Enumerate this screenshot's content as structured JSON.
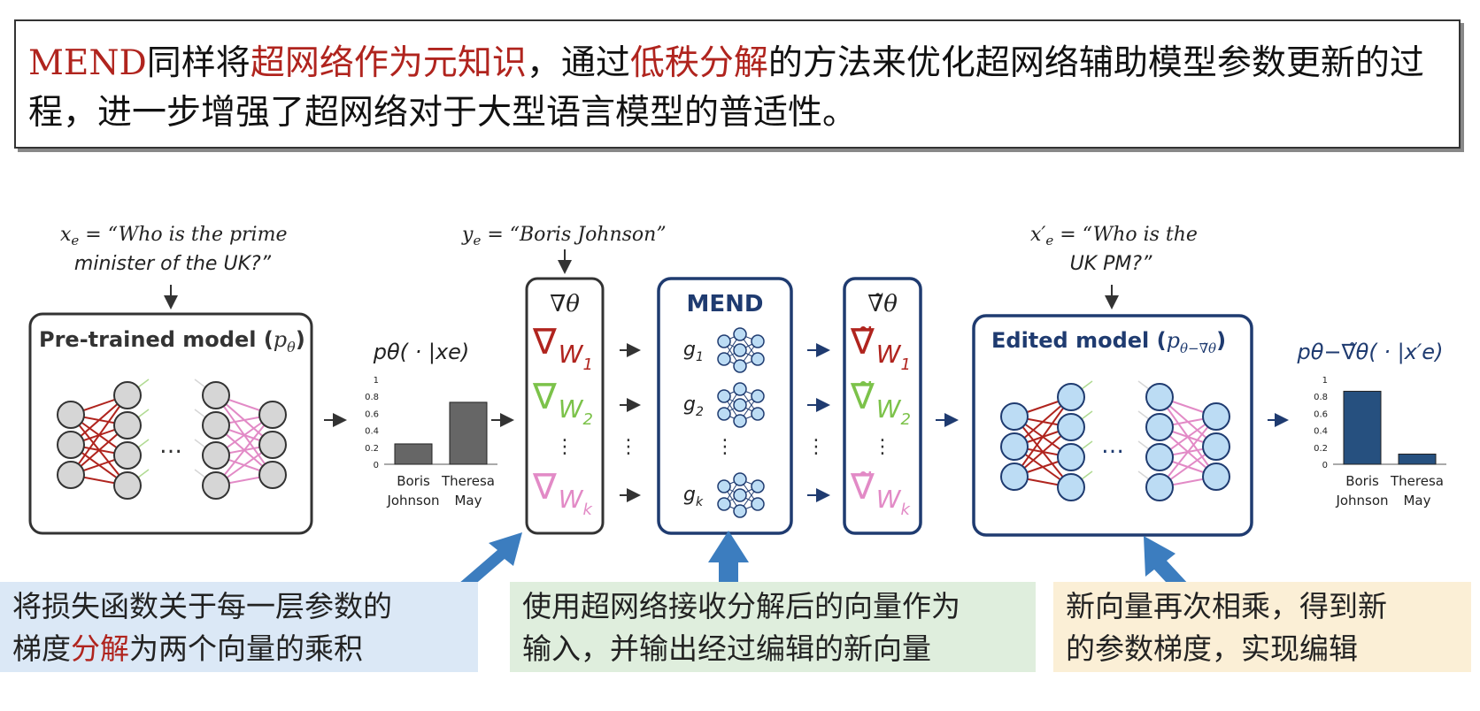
{
  "headline": {
    "seg1": "MEND",
    "seg2": "同样将",
    "seg3": "超网络作为元知识",
    "seg4": "，通过",
    "seg5": "低秩分解",
    "seg6": "的方法来优化超网络辅助模型参数更新的过程，进一步增强了超网络对于大型语言模型的普适性。"
  },
  "inputs": {
    "xe_label": "x",
    "xe_sub": "e",
    "xe_text_line1": " = “Who is the prime",
    "xe_text_line2": "minister of the UK?”",
    "ye_label": "y",
    "ye_sub": "e",
    "ye_text": " = “Boris Johnson”",
    "xe2_label": "x′",
    "xe2_sub": "e",
    "xe2_text_line1": " = “Who is the",
    "xe2_text_line2": "UK PM?”"
  },
  "pretrained": {
    "title": "Pre-trained model (",
    "title_math": "p",
    "title_sub": "θ",
    "title_close": ")",
    "ellipsis": "…"
  },
  "edited": {
    "title": "Edited model (",
    "title_math": "p",
    "title_sub": "θ−∇̃θ",
    "title_close": ")",
    "ellipsis": "…"
  },
  "grad_box": {
    "header": "∇θ",
    "rows": [
      {
        "nabla": "∇",
        "w": "W",
        "sub": "1"
      },
      {
        "nabla": "∇",
        "w": "W",
        "sub": "2"
      },
      {
        "nabla": "∇",
        "w": "W",
        "sub": "k"
      }
    ],
    "dots": "⋮"
  },
  "mend_box": {
    "title": "MEND",
    "rows": [
      {
        "g": "g",
        "sub": "1"
      },
      {
        "g": "g",
        "sub": "2"
      },
      {
        "g": "g",
        "sub": "k"
      }
    ],
    "dots": "⋮"
  },
  "tilde_box": {
    "header": "∇̃θ",
    "rows": [
      {
        "nabla": "∇̃",
        "w": "W",
        "sub": "1"
      },
      {
        "nabla": "∇̃",
        "w": "W",
        "sub": "2"
      },
      {
        "nabla": "∇̃",
        "w": "W",
        "sub": "k"
      }
    ],
    "dots": "⋮"
  },
  "chart_data": [
    {
      "type": "bar",
      "title": "pθ( · |xe)",
      "categories": [
        "Boris Johnson",
        "Theresa May"
      ],
      "category_lines": [
        [
          "Boris",
          "Johnson"
        ],
        [
          "Theresa",
          "May"
        ]
      ],
      "values": [
        0.24,
        0.73
      ],
      "ylim": [
        0,
        1
      ],
      "yticks": [
        "0",
        "0.2",
        "0.4",
        "0.6",
        "0.8",
        "1"
      ],
      "color": "#666666"
    },
    {
      "type": "bar",
      "title": "pθ−∇̃θ( · |x′e)",
      "categories": [
        "Boris Johnson",
        "Theresa May"
      ],
      "category_lines": [
        [
          "Boris",
          "Johnson"
        ],
        [
          "Theresa",
          "May"
        ]
      ],
      "values": [
        0.86,
        0.12
      ],
      "ylim": [
        0,
        1
      ],
      "yticks": [
        "0",
        "0.2",
        "0.4",
        "0.6",
        "0.8",
        "1"
      ],
      "color": "#26507f"
    }
  ],
  "notes": {
    "blue_line1": "将损失函数关于每一层参数的",
    "blue_line2_a": "梯度",
    "blue_line2_b": "分解",
    "blue_line2_c": "为两个向量的乘积",
    "green_line1": "使用超网络接收分解后的向量作为",
    "green_line2": "输入，并输出经过编辑的新向量",
    "yellow_line1": "新向量再次相乘，得到新",
    "yellow_line2": "的参数梯度，实现编辑"
  },
  "colors": {
    "navy": "#1f3b70",
    "red": "#b0241e",
    "green": "#7cc24a",
    "pink": "#e28ac6",
    "arrow_blue": "#3c7dbf"
  }
}
